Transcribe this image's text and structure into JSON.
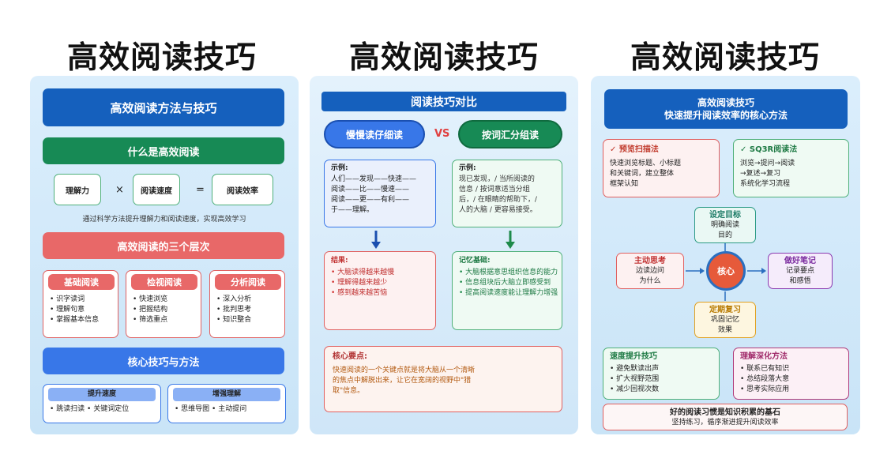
{
  "titles": [
    "高效阅读技巧",
    "高效阅读技巧",
    "高效阅读技巧"
  ],
  "p1": {
    "header": "高效阅读方法与技巧",
    "what": "什么是高效阅读",
    "f1": "理解力",
    "times": "×",
    "f2": "阅读速度",
    "eq": "=",
    "f3": "阅读效率",
    "desc": "通过科学方法提升理解力和阅读速度，实现高效学习",
    "levels_title": "高效阅读的三个层次",
    "levels": [
      {
        "name": "基础阅读",
        "items": [
          "识字读词",
          "理解句意",
          "掌握基本信息"
        ]
      },
      {
        "name": "检视阅读",
        "items": [
          "快速浏览",
          "把握结构",
          "筛选重点"
        ]
      },
      {
        "name": "分析阅读",
        "items": [
          "深入分析",
          "批判思考",
          "知识整合"
        ]
      }
    ],
    "core": "核心技巧与方法",
    "c1": {
      "title": "提升速度",
      "text": "• 跳读扫读 • 关键词定位"
    },
    "c2": {
      "title": "增强理解",
      "text": "• 思维导图 • 主动提问"
    }
  },
  "p2": {
    "header": "阅读技巧对比",
    "slow": "慢慢读仔细读",
    "vs": "VS",
    "fast": "按词汇分组读",
    "ex_label": "示例:",
    "ex_left": [
      "人们——发现——快速——",
      "阅读——比——慢速——",
      "阅读——更——有利——",
      "于——理解。"
    ],
    "ex_right": [
      "现已发现，/ 当所阅读的",
      "信息 / 按词意适当分组",
      "后，/ 在眼睛的帮助下，/",
      "人的大脑 / 更容易接受。"
    ],
    "result_label": "结果:",
    "results": [
      "大脑读得越来越慢",
      "理解得越来越少",
      "感到越来越苦恼"
    ],
    "memory_label": "记忆基础:",
    "memory": [
      "大脑根据意思组织信息的能力",
      "信息组块后大脑立即感受到",
      "提高阅读速度能让理解力增强"
    ],
    "key_title": "核心要点:",
    "key_text": "快速阅读的一个关键点就是将大脑从一个清晰的焦点中解脱出来，让它在宽阔的视野中\"猎取\"信息。"
  },
  "p3": {
    "header1": "高效阅读技巧",
    "header2": "快速提升阅读效率的核心方法",
    "m1": {
      "check": "✓",
      "title": "预览扫描法",
      "lines": [
        "快速浏览标题、小标题",
        "和关键词，建立整体",
        "框架认知"
      ]
    },
    "m2": {
      "check": "✓",
      "title": "SQ3R阅读法",
      "lines": [
        "浏览→提问→阅读",
        "→复述→复习",
        "系统化学习流程"
      ]
    },
    "goal": {
      "title": "设定目标",
      "lines": [
        "明确阅读",
        "目的"
      ]
    },
    "think": {
      "title": "主动思考",
      "lines": [
        "边读边问",
        "为什么"
      ]
    },
    "center": "核心",
    "notes": {
      "title": "做好笔记",
      "lines": [
        "记录要点",
        "和感悟"
      ]
    },
    "review": {
      "title": "定期复习",
      "lines": [
        "巩固记忆",
        "效果"
      ]
    },
    "speed": {
      "title": "速度提升技巧",
      "items": [
        "避免默读出声",
        "扩大视野范围",
        "减少回视次数"
      ]
    },
    "deep": {
      "title": "理解深化方法",
      "items": [
        "联系已有知识",
        "总结段落大意",
        "思考实际应用"
      ]
    },
    "footer1": "好的阅读习惯是知识积累的基石",
    "footer2": "坚持练习，循序渐进提升阅读效率"
  }
}
